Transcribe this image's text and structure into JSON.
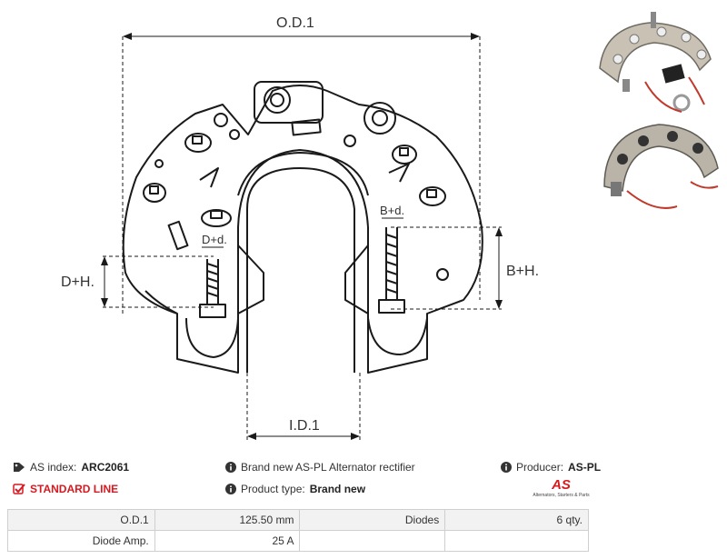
{
  "drawing": {
    "labels": {
      "od": "O.D.1",
      "id": "I.D.1",
      "dh": "D+H.",
      "bh": "B+H.",
      "dd": "D+d.",
      "bd": "B+d."
    }
  },
  "info": {
    "as_index_label": "AS index:",
    "as_index_value": "ARC2061",
    "line": "STANDARD LINE",
    "description": "Brand new AS-PL Alternator rectifier",
    "product_type_label": "Product type:",
    "product_type_value": "Brand new",
    "producer_label": "Producer:",
    "producer_value": "AS-PL"
  },
  "logo": {
    "mark": "AS",
    "tagline": "Alternators, Starters & Parts"
  },
  "specs": [
    [
      "O.D.1",
      "125.50 mm",
      "Diodes",
      "6 qty."
    ],
    [
      "Diode Amp.",
      "25 A",
      "",
      ""
    ]
  ],
  "colors": {
    "accent": "#d71920",
    "line": "#1a1a1a"
  },
  "icons": {
    "tag": "tag-icon",
    "check": "checkbox-icon",
    "info": "info-icon"
  }
}
